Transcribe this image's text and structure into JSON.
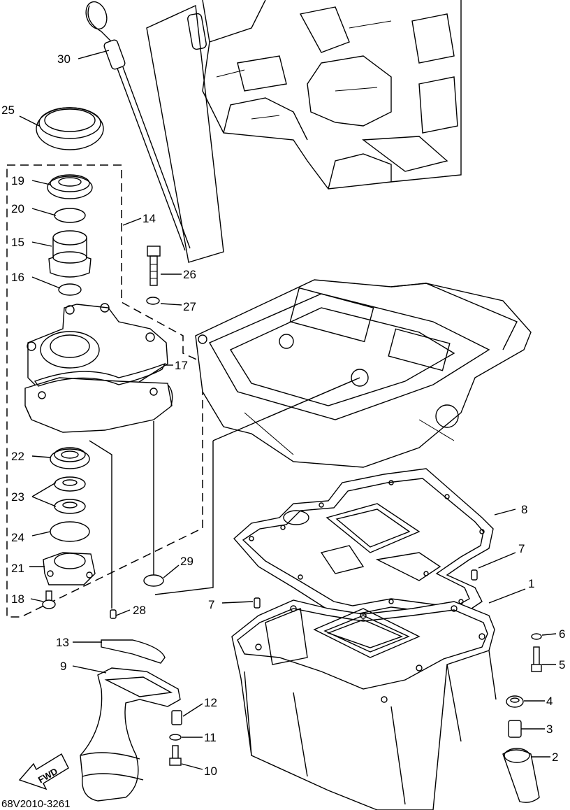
{
  "diagram": {
    "code": "68V2010-3261",
    "direction_label": "FWD",
    "callouts": [
      {
        "id": "30",
        "label": "30"
      },
      {
        "id": "25",
        "label": "25"
      },
      {
        "id": "19",
        "label": "19"
      },
      {
        "id": "20",
        "label": "20"
      },
      {
        "id": "14",
        "label": "14"
      },
      {
        "id": "15",
        "label": "15"
      },
      {
        "id": "16",
        "label": "16"
      },
      {
        "id": "26",
        "label": "26"
      },
      {
        "id": "27",
        "label": "27"
      },
      {
        "id": "17",
        "label": "17"
      },
      {
        "id": "22",
        "label": "22"
      },
      {
        "id": "23",
        "label": "23"
      },
      {
        "id": "24",
        "label": "24"
      },
      {
        "id": "21",
        "label": "21"
      },
      {
        "id": "29",
        "label": "29"
      },
      {
        "id": "18",
        "label": "18"
      },
      {
        "id": "28",
        "label": "28"
      },
      {
        "id": "8",
        "label": "8"
      },
      {
        "id": "7a",
        "label": "7"
      },
      {
        "id": "7b",
        "label": "7"
      },
      {
        "id": "1",
        "label": "1"
      },
      {
        "id": "6",
        "label": "6"
      },
      {
        "id": "5",
        "label": "5"
      },
      {
        "id": "4",
        "label": "4"
      },
      {
        "id": "3",
        "label": "3"
      },
      {
        "id": "2",
        "label": "2"
      },
      {
        "id": "13",
        "label": "13"
      },
      {
        "id": "9",
        "label": "9"
      },
      {
        "id": "12",
        "label": "12"
      },
      {
        "id": "11",
        "label": "11"
      },
      {
        "id": "10",
        "label": "10"
      }
    ]
  }
}
